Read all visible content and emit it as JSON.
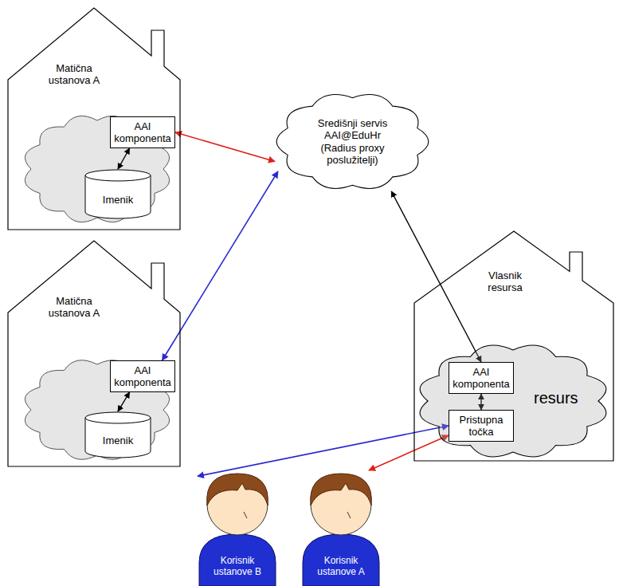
{
  "diagram": {
    "nodes": [
      {
        "text": [
          "Matična ustanova A"
        ]
      },
      {
        "text": [
          "AAI komponenta"
        ],
        "in": 0
      },
      {
        "text": [
          "Imenik"
        ],
        "in": 0
      },
      {
        "text": [
          "Središnji servis AAI@EduHr (Radius proxy poslužitelji)"
        ]
      },
      {
        "text": [
          "Matična ustanova A"
        ]
      },
      {
        "text": [
          "AAI komponenta"
        ],
        "in": 4
      },
      {
        "text": [
          "Imenik"
        ],
        "in": 4
      },
      {
        "text": [
          "Vlasnik resursa"
        ]
      },
      {
        "text": [
          "resurs"
        ],
        "in": 7
      },
      {
        "text": [
          "AAI komponenta"
        ],
        "in": 8
      },
      {
        "text": [
          "Pristupna točka"
        ],
        "in": 8
      },
      {
        "text": [
          "Korisnik ustanove B"
        ]
      },
      {
        "text": [
          "Korisnik ustanove A"
        ]
      }
    ],
    "edges": [
      {
        "from": 1,
        "to": 3,
        "arrow": "both"
      },
      {
        "from": 3,
        "to": 5,
        "arrow": "both"
      },
      {
        "from": 3,
        "to": 9,
        "arrow": "both"
      },
      {
        "from": 1,
        "to": 2,
        "arrow": "both"
      },
      {
        "from": 5,
        "to": 6,
        "arrow": "both"
      },
      {
        "from": 9,
        "to": 10,
        "arrow": "both"
      },
      {
        "from": 10,
        "to": 11,
        "arrow": "both"
      },
      {
        "from": 10,
        "to": 12,
        "arrow": "both"
      }
    ]
  }
}
